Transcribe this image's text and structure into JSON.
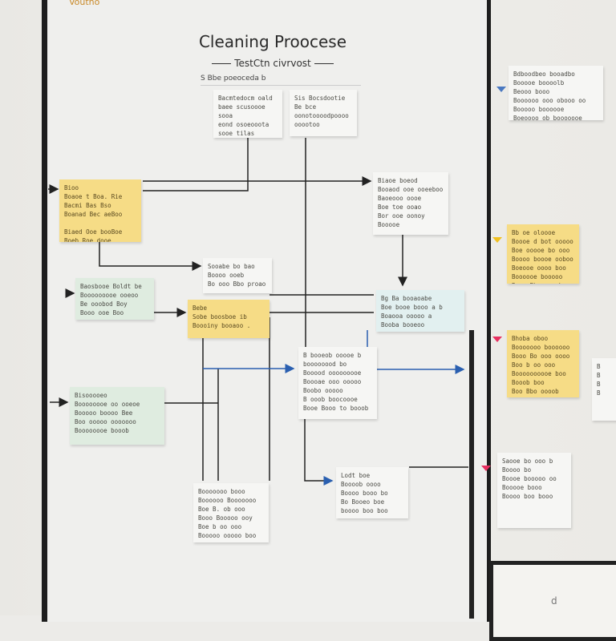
{
  "logo_text": "Voutho",
  "title": "Cleaning Proocese",
  "subtitle": "TestCtn civrvost",
  "legend": "S  Bbe poeoceda      b",
  "notes": [
    {
      "id": "n1",
      "color": "white",
      "text": "Bacmtedocm  oald\nbaee scusoooe sooa\neond osoeooota\n sooe tilas oooooe\nsoooootoeoed sootte"
    },
    {
      "id": "n2",
      "color": "white",
      "text": "Sis Bocsdootie\nBe bce\noonotoooodpoooo\nooootoo"
    },
    {
      "id": "n3",
      "color": "yellow",
      "text": "Bioo\nBoaoe  t Boa. Rie\nBacmi  Bas  Bso\nBoanad Bec aeBoo\n\nBiaed Ooe booBoe\nBoeb  Roe dooe"
    },
    {
      "id": "n4",
      "color": "white",
      "text": "Biaoe boeod\nBooaod ooe ooeeboo\nBaoeooo oooe\nBoe toe ooao\nBor ooe oonoy\nBooooe"
    },
    {
      "id": "n5",
      "color": "white",
      "text": "Sooabe bo bao\nBoooo ooeb\nBo ooo Bbo proao"
    },
    {
      "id": "n6",
      "color": "green",
      "text": "Baosbooe Boldt be\nBooooooooe ooeoo\nBe ooobod Boy\nBooo ooe Boo"
    },
    {
      "id": "n7",
      "color": "yellow",
      "text": "Bebe\nSobe boosboe  ib\nBoooiny booaoo ."
    },
    {
      "id": "n8",
      "color": "blue",
      "text": "Bg  Ba booaoabe\nBoe booe booo a b\nBoaooa ooooo a\nBooba booeoo"
    },
    {
      "id": "n9",
      "color": "white",
      "text": "B booeob ooooe  b\nboooooood  bo\nBooood ooooooooe\nBoooae ooo ooooo\nBoobo ooooo\nB ooob boocoooe\nBooe Booo to booob"
    },
    {
      "id": "n10",
      "color": "green",
      "text": "Bisooooeo\nBoooooooe oo ooeoe\nBooooo boooo Bee\nBoo ooooo ooooooo\nBoooooooe booob"
    },
    {
      "id": "n11",
      "color": "white",
      "text": "Booooooo booo\nBoooooo Booooooo\nBoe  B.  ob  ooo\nBooo Booooo ooy\nBoe  b oo ooo\nBooooo ooooo boo"
    },
    {
      "id": "n12",
      "color": "white",
      "text": "Lodt  boe\nBoooob oooo\nBoooo booo bo\nBo Booeo boe\nboooo  boo boo"
    },
    {
      "id": "n13",
      "color": "white",
      "text": "Bdboodbeo booadbo\nBooooe boooolb\nBeooo booo\nBoooooo ooo obooo oo\nBooooo  boooooe\nBoeoooo ob booooooe"
    },
    {
      "id": "n14",
      "color": "yellow",
      "text": "Bb  oe oloooe\nBoooe d bot ooooo\nBoe ooooe  bo ooo\nBoooo  boooe ooboo\nBoeooe oooo  boo\nBoooooe booooo\nBooo Bbo oooob"
    },
    {
      "id": "n15",
      "color": "yellow",
      "text": "Bhoba oboo\nBooooooo boooooo\nBooo Bo ooo oooo\nBoo  b oo ooo\nBoooooooooe boo\nBooob boo\nBoo Bbo oooob"
    },
    {
      "id": "n16",
      "color": "white",
      "text": "Saooe bo ooo b\nBoooo  bo\nBoooe booooo oo\nBooooe booo\nBoooo boo booo"
    },
    {
      "id": "n17",
      "color": "white",
      "text": "B\nB\nB\nB"
    }
  ],
  "marker_colors": [
    "#4a78c0",
    "#f0c020",
    "#e83060",
    "#e83060"
  ],
  "frame_text": "d"
}
